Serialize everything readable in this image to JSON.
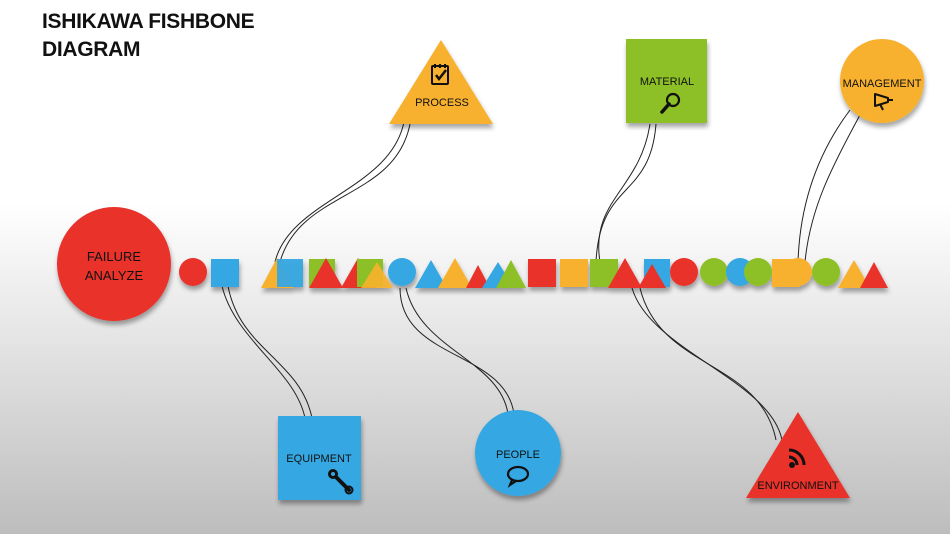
{
  "title": {
    "line1": "ISHIKAWA FISHBONE",
    "line2": "DIAGRAM"
  },
  "head": {
    "line1": "FAILURE",
    "line2": "ANALYZE",
    "color": "#e8322b"
  },
  "categories": {
    "process": "PROCESS",
    "material": "MATERIAL",
    "management": "MANAGEMENT",
    "equipment": "EQUIPMENT",
    "people": "PEOPLE",
    "environment": "ENVIRONMENT"
  },
  "colors": {
    "red": "#e8322b",
    "blue": "#35a7e2",
    "green": "#8cc026",
    "orange": "#f7b12e"
  }
}
